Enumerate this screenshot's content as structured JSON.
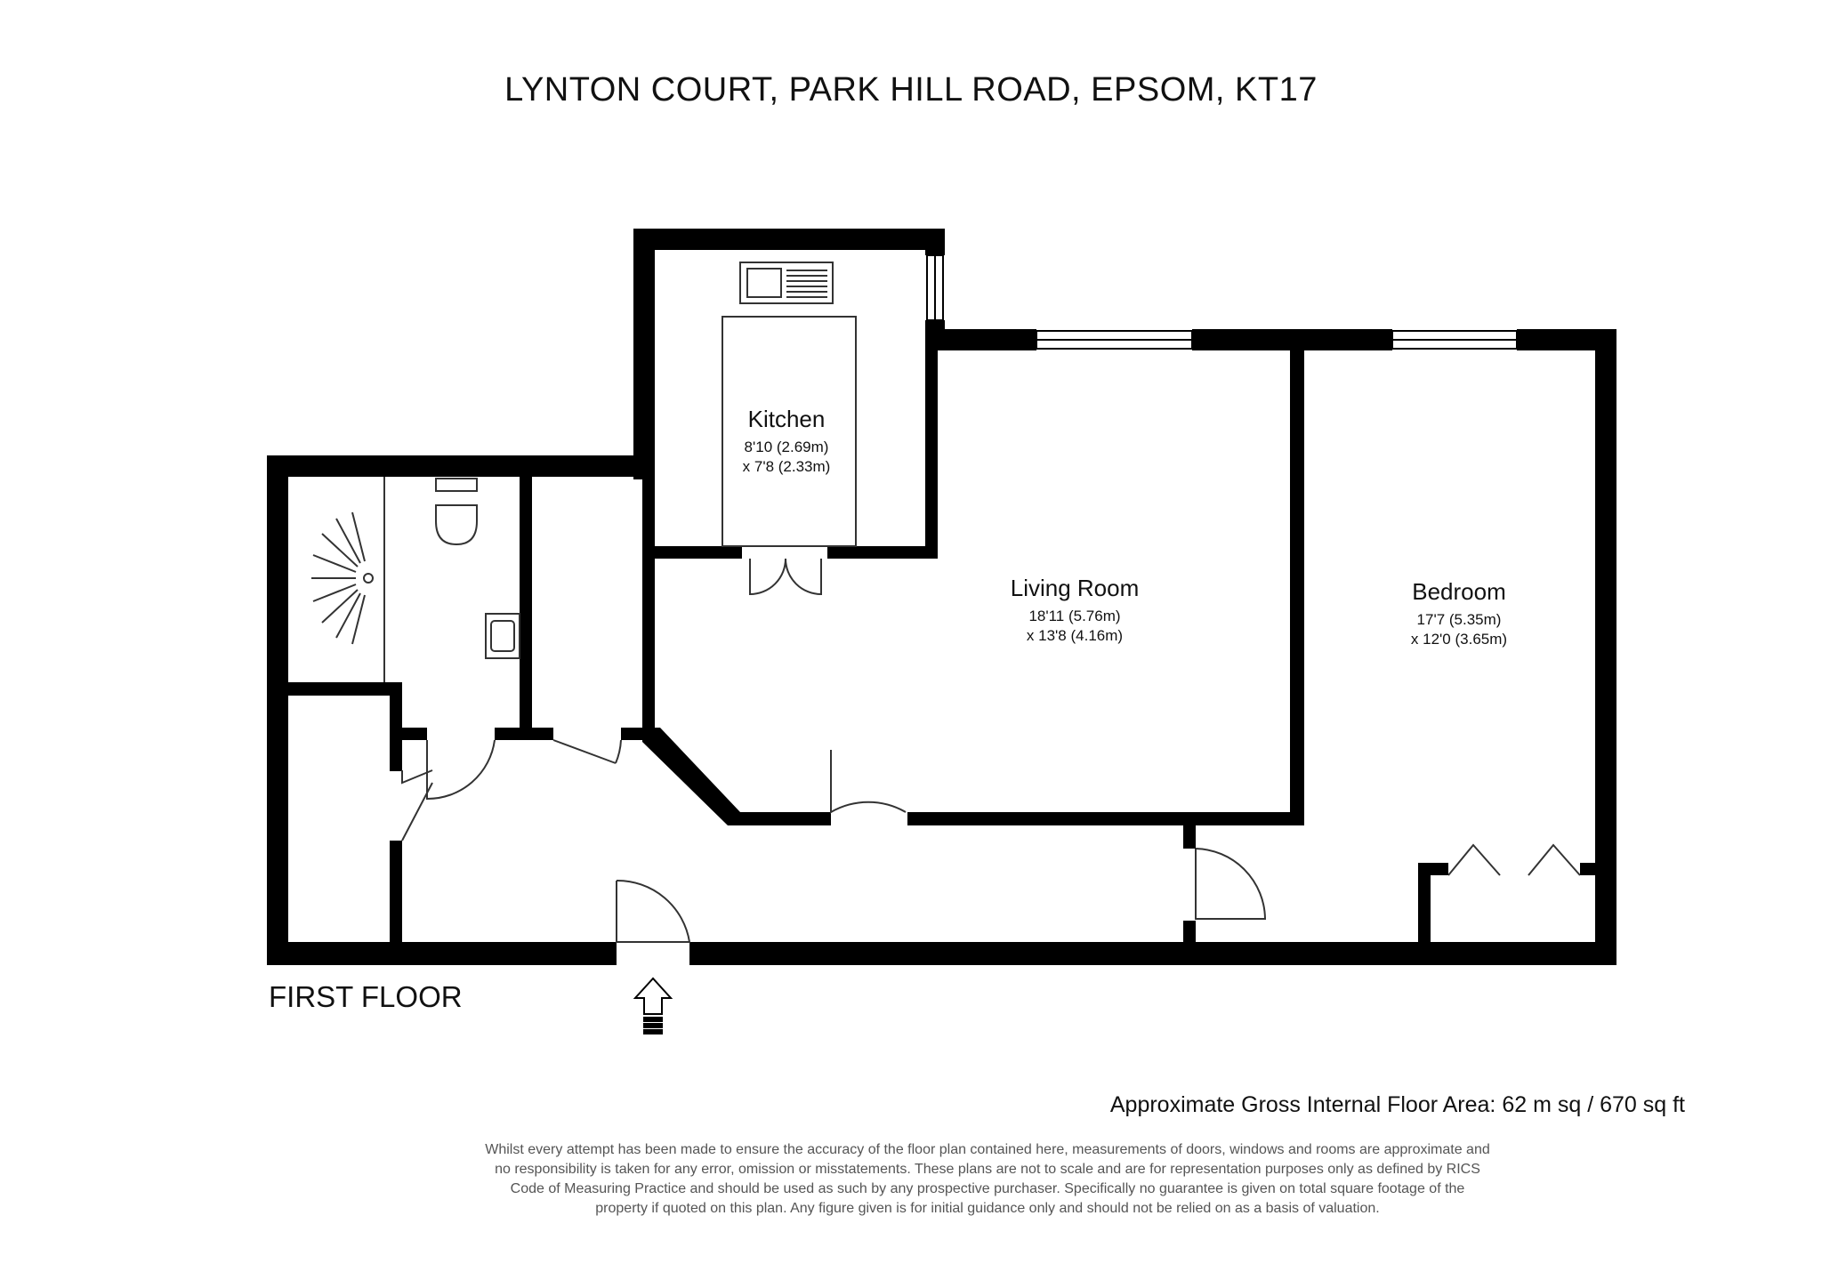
{
  "title": "LYNTON COURT, PARK HILL ROAD, EPSOM, KT17",
  "floor_label": "FIRST FLOOR",
  "area_text": "Approximate Gross Internal Floor Area: 62 m sq / 670 sq ft",
  "disclaimer": [
    "Whilst every attempt has been made to ensure the accuracy of the floor plan contained here, measurements of doors, windows and rooms are approximate and",
    "no responsibility is taken for any error, omission or misstatements. These plans are not to scale and are for representation purposes only as defined by RICS",
    "Code of Measuring Practice and should be used as such by any prospective purchaser. Specifically no guarantee is given on total square footage of the",
    "property if quoted on this plan. Any figure given is for initial guidance only and should not be relied on as a basis of valuation."
  ],
  "rooms": {
    "kitchen": {
      "name": "Kitchen",
      "dim1": "8'10 (2.69m)",
      "dim2": "x 7'8 (2.33m)"
    },
    "living_room": {
      "name": "Living Room",
      "dim1": "18'11 (5.76m)",
      "dim2": "x 13'8 (4.16m)"
    },
    "bedroom": {
      "name": "Bedroom",
      "dim1": "17'7 (5.35m)",
      "dim2": "x 12'0 (3.65m)"
    }
  },
  "colors": {
    "wall": "#000000",
    "background": "#ffffff",
    "fixture_line": "#333333"
  }
}
